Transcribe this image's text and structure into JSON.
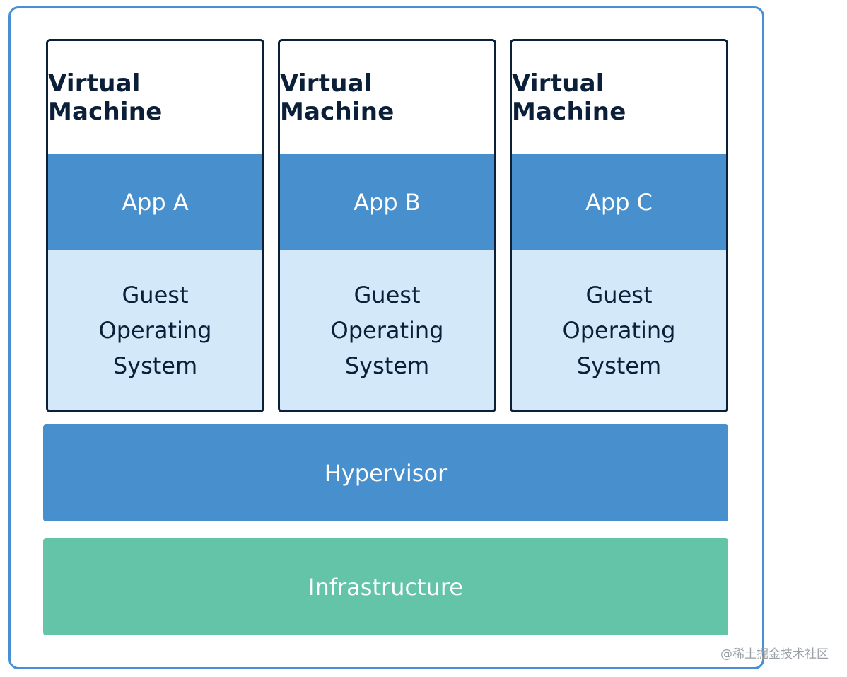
{
  "virtual_machines": [
    {
      "title": "Virtual Machine",
      "app": "App A",
      "os_lines": [
        "Guest",
        "Operating",
        "System"
      ]
    },
    {
      "title": "Virtual Machine",
      "app": "App B",
      "os_lines": [
        "Guest",
        "Operating",
        "System"
      ]
    },
    {
      "title": "Virtual Machine",
      "app": "App C",
      "os_lines": [
        "Guest",
        "Operating",
        "System"
      ]
    }
  ],
  "layers": {
    "hypervisor": "Hypervisor",
    "infrastructure": "Infrastructure"
  },
  "watermark": "@稀土掘金技术社区",
  "colors": {
    "frame_border": "#4a8fd4",
    "vm_border": "#0b1f38",
    "app_block": "#4790cd",
    "guest_os_block": "#d3e8f8",
    "hypervisor": "#4790cd",
    "infrastructure": "#64c4a8",
    "dark_text": "#0b1f38"
  }
}
